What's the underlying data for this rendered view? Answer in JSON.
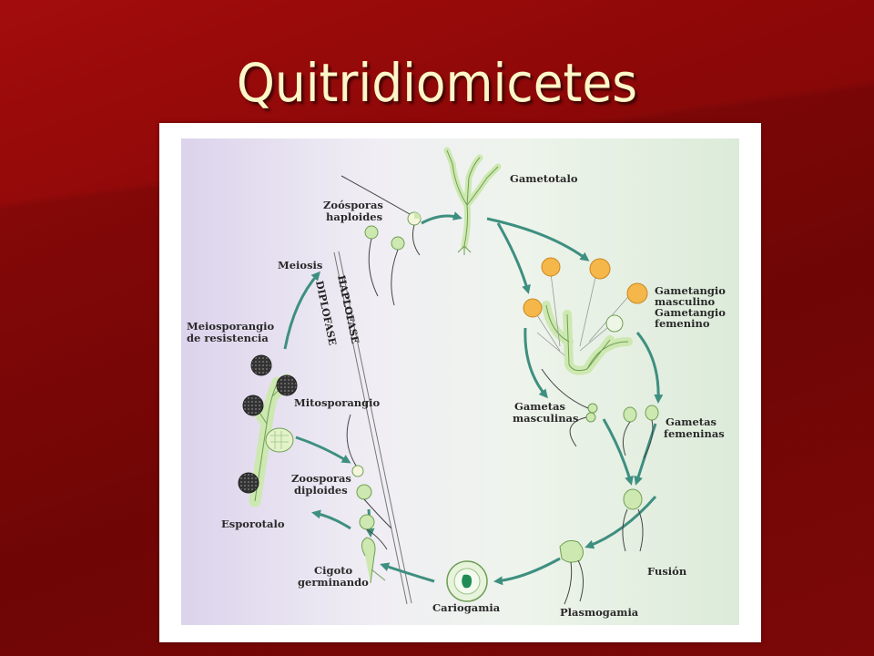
{
  "slide": {
    "title": "Quitridiomicetes"
  },
  "diagram": {
    "labels": {
      "gametotalo": "Gametotalo",
      "zoosporas_haploides_1": "Zoósporas",
      "zoosporas_haploides_2": "haploides",
      "meiosis": "Meiosis",
      "haplofase": "HAPLOFASE",
      "diplofase": "DIPLOFASE",
      "meiosporangio_1": "Meiosporangio",
      "meiosporangio_2": "de resistencia",
      "mitosporangio": "Mitosporangio",
      "zoosporas_diploides_1": "Zoosporas",
      "zoosporas_diploides_2": "diploides",
      "esporotalo": "Esporotalo",
      "cigoto_1": "Cigoto",
      "cigoto_2": "germinando",
      "cariogamia": "Cariogamia",
      "plasmogamia": "Plasmogamia",
      "fusion": "Fusión",
      "gametas_masculinas_1": "Gametas",
      "gametas_masculinas_2": "masculinas",
      "gametas_femeninas_1": "Gametas",
      "gametas_femeninas_2": "femeninas",
      "gametangio_masculino_1": "Gametangio",
      "gametangio_masculino_2": "masculino",
      "gametangio_femenino_1": "Gametangio",
      "gametangio_femenino_2": "femenino"
    },
    "colors": {
      "arrow": "#3e8f80",
      "thallus": "#cde8b0",
      "thallus_edge": "#6f9f55",
      "male_gametangium": "#f6b74a",
      "sporangium": "#444444",
      "nucleus": "#1f8c55"
    }
  }
}
